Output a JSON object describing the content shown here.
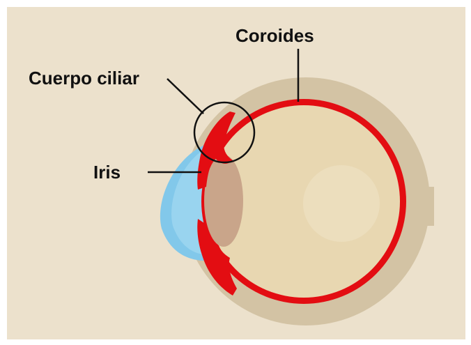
{
  "labels": {
    "coroides": "Coroides",
    "cuerpo_ciliar": "Cuerpo ciliar",
    "iris": "Iris"
  },
  "colors": {
    "background": "#ece1cc",
    "sclera": "#d3c3a4",
    "choroid": "#e30d12",
    "vitreous": "#e8d7b1",
    "lens": "#c9a58a",
    "cornea": "#82c8ea",
    "leader_lines": "#111111"
  }
}
